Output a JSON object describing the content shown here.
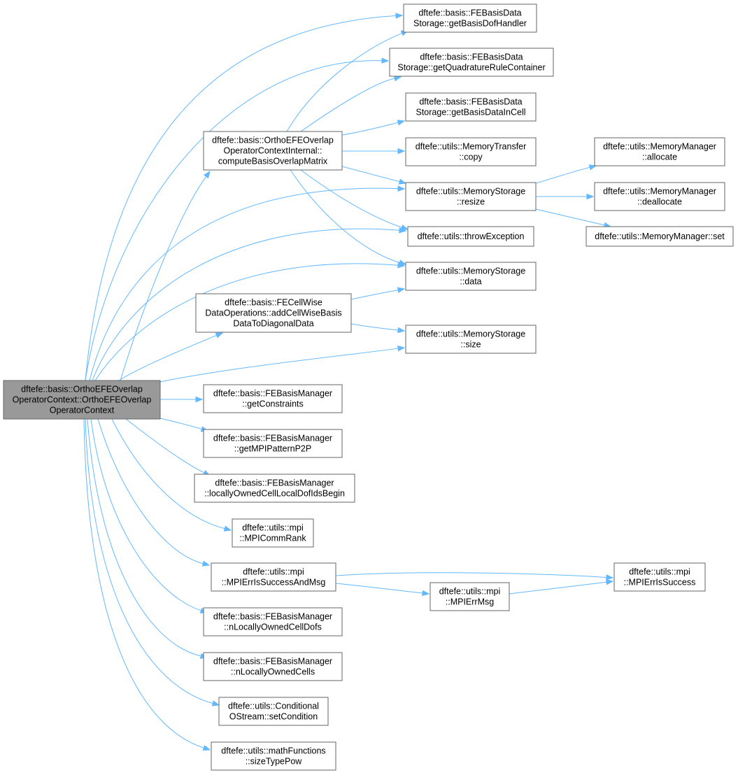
{
  "nodes": [
    {
      "id": "root",
      "lines": [
        "dftefe::basis::OrthoEFEOverlap",
        "OperatorContext::OrthoEFEOverlap",
        "OperatorContext"
      ],
      "is_root": true
    },
    {
      "id": "getBasisDofHandler",
      "lines": [
        "dftefe::basis::FEBasisData",
        "Storage::getBasisDofHandler"
      ]
    },
    {
      "id": "getQuadratureRuleContainer",
      "lines": [
        "dftefe::basis::FEBasisData",
        "Storage::getQuadratureRuleContainer"
      ]
    },
    {
      "id": "getBasisDataInCell",
      "lines": [
        "dftefe::basis::FEBasisData",
        "Storage::getBasisDataInCell"
      ]
    },
    {
      "id": "computeBasisOverlapMatrix",
      "lines": [
        "dftefe::basis::OrthoEFEOverlap",
        "OperatorContextInternal::",
        "computeBasisOverlapMatrix"
      ]
    },
    {
      "id": "memoryTransferCopy",
      "lines": [
        "dftefe::utils::MemoryTransfer",
        "::copy"
      ]
    },
    {
      "id": "memoryStorageResize",
      "lines": [
        "dftefe::utils::MemoryStorage",
        "::resize"
      ]
    },
    {
      "id": "throwException",
      "lines": [
        "dftefe::utils::throwException"
      ]
    },
    {
      "id": "memoryStorageData",
      "lines": [
        "dftefe::utils::MemoryStorage",
        "::data"
      ]
    },
    {
      "id": "addCellWiseBasis",
      "lines": [
        "dftefe::basis::FECellWise",
        "DataOperations::addCellWiseBasis",
        "DataToDiagonalData"
      ]
    },
    {
      "id": "memoryStorageSize",
      "lines": [
        "dftefe::utils::MemoryStorage",
        "::size"
      ]
    },
    {
      "id": "memoryManagerAllocate",
      "lines": [
        "dftefe::utils::MemoryManager",
        "::allocate"
      ]
    },
    {
      "id": "memoryManagerDeallocate",
      "lines": [
        "dftefe::utils::MemoryManager",
        "::deallocate"
      ]
    },
    {
      "id": "memoryManagerSet",
      "lines": [
        "dftefe::utils::MemoryManager::set"
      ]
    },
    {
      "id": "getConstraints",
      "lines": [
        "dftefe::basis::FEBasisManager",
        "::getConstraints"
      ]
    },
    {
      "id": "getMPIPatternP2P",
      "lines": [
        "dftefe::basis::FEBasisManager",
        "::getMPIPatternP2P"
      ]
    },
    {
      "id": "locallyOwnedCellLocalDofIdsBegin",
      "lines": [
        "dftefe::basis::FEBasisManager",
        "::locallyOwnedCellLocalDofIdsBegin"
      ]
    },
    {
      "id": "mpiCommRank",
      "lines": [
        "dftefe::utils::mpi",
        "::MPICommRank"
      ]
    },
    {
      "id": "mpiErrIsSuccessAndMsg",
      "lines": [
        "dftefe::utils::mpi",
        "::MPIErrIsSuccessAndMsg"
      ]
    },
    {
      "id": "mpiErrMsg",
      "lines": [
        "dftefe::utils::mpi",
        "::MPIErrMsg"
      ]
    },
    {
      "id": "mpiErrIsSuccess",
      "lines": [
        "dftefe::utils::mpi",
        "::MPIErrIsSuccess"
      ]
    },
    {
      "id": "nLocallyOwnedCellDofs",
      "lines": [
        "dftefe::basis::FEBasisManager",
        "::nLocallyOwnedCellDofs"
      ]
    },
    {
      "id": "nLocallyOwnedCells",
      "lines": [
        "dftefe::basis::FEBasisManager",
        "::nLocallyOwnedCells"
      ]
    },
    {
      "id": "setCondition",
      "lines": [
        "dftefe::utils::Conditional",
        "OStream::setCondition"
      ]
    },
    {
      "id": "sizeTypePow",
      "lines": [
        "dftefe::utils::mathFunctions",
        "::sizeTypePow"
      ]
    }
  ],
  "edges": [
    [
      "root",
      "getBasisDofHandler"
    ],
    [
      "root",
      "getQuadratureRuleContainer"
    ],
    [
      "root",
      "computeBasisOverlapMatrix"
    ],
    [
      "root",
      "memoryStorageResize"
    ],
    [
      "root",
      "throwException"
    ],
    [
      "root",
      "memoryStorageData"
    ],
    [
      "root",
      "addCellWiseBasis"
    ],
    [
      "root",
      "memoryStorageSize"
    ],
    [
      "root",
      "getConstraints"
    ],
    [
      "root",
      "getMPIPatternP2P"
    ],
    [
      "root",
      "locallyOwnedCellLocalDofIdsBegin"
    ],
    [
      "root",
      "mpiCommRank"
    ],
    [
      "root",
      "mpiErrIsSuccessAndMsg"
    ],
    [
      "root",
      "nLocallyOwnedCellDofs"
    ],
    [
      "root",
      "nLocallyOwnedCells"
    ],
    [
      "root",
      "setCondition"
    ],
    [
      "root",
      "sizeTypePow"
    ],
    [
      "computeBasisOverlapMatrix",
      "getBasisDofHandler"
    ],
    [
      "computeBasisOverlapMatrix",
      "getQuadratureRuleContainer"
    ],
    [
      "computeBasisOverlapMatrix",
      "getBasisDataInCell"
    ],
    [
      "computeBasisOverlapMatrix",
      "memoryTransferCopy"
    ],
    [
      "computeBasisOverlapMatrix",
      "memoryStorageResize"
    ],
    [
      "computeBasisOverlapMatrix",
      "throwException"
    ],
    [
      "computeBasisOverlapMatrix",
      "memoryStorageData"
    ],
    [
      "memoryStorageResize",
      "memoryManagerAllocate"
    ],
    [
      "memoryStorageResize",
      "memoryManagerDeallocate"
    ],
    [
      "memoryStorageResize",
      "memoryManagerSet"
    ],
    [
      "addCellWiseBasis",
      "memoryStorageData"
    ],
    [
      "addCellWiseBasis",
      "memoryStorageSize"
    ],
    [
      "mpiErrIsSuccessAndMsg",
      "mpiErrIsSuccess"
    ],
    [
      "mpiErrIsSuccessAndMsg",
      "mpiErrMsg"
    ],
    [
      "mpiErrMsg",
      "mpiErrIsSuccess"
    ]
  ]
}
